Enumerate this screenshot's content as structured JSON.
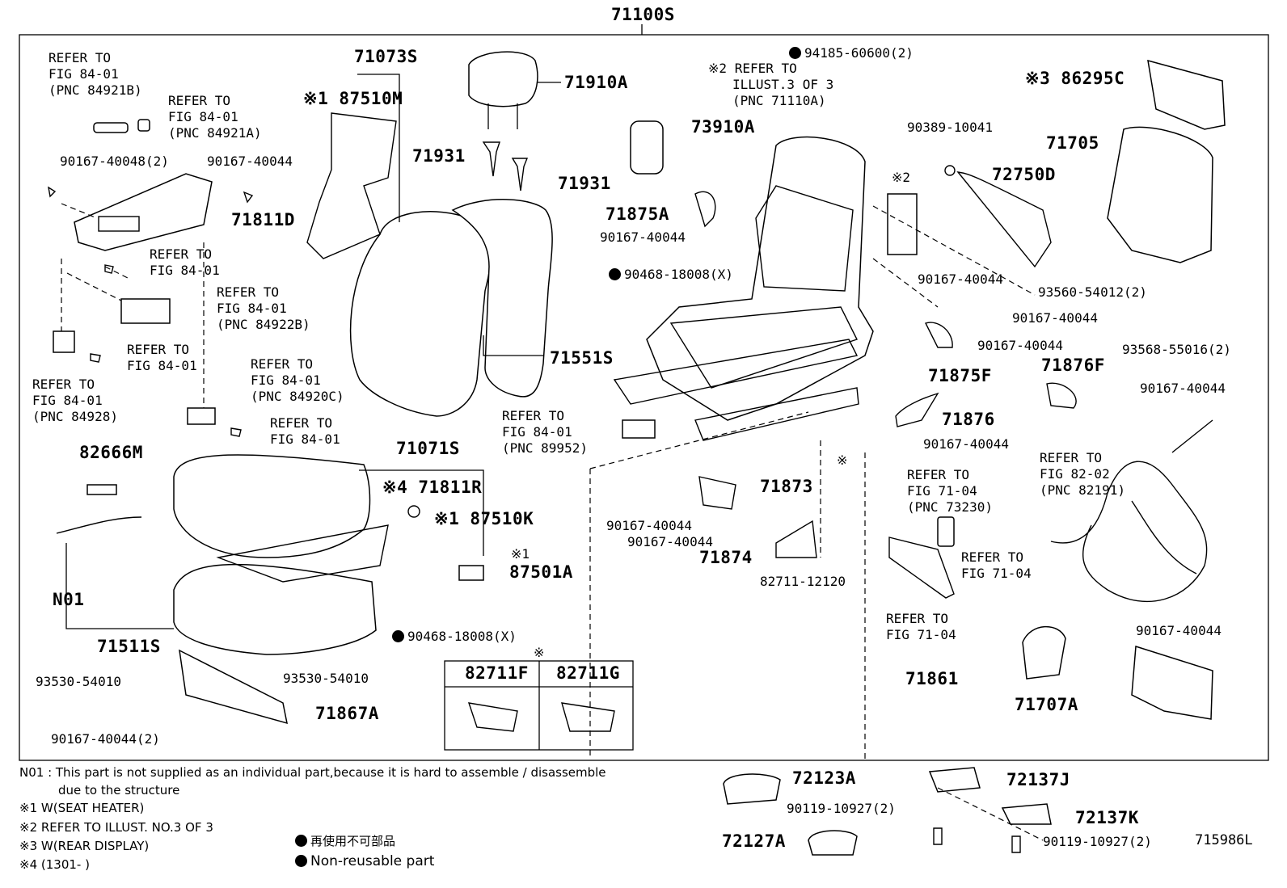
{
  "header_part": "71100S",
  "diagram_code": "715986L",
  "refer_to": "REFER TO",
  "refs": {
    "r1": {
      "fig": "FIG 84-01",
      "pnc": "(PNC 84921B)"
    },
    "r2": {
      "fig": "FIG 84-01",
      "pnc": "(PNC 84921A)"
    },
    "r3": {
      "fig": "FIG 84-01"
    },
    "r4": {
      "fig": "FIG 84-01",
      "pnc": "(PNC 84922B)"
    },
    "r5": {
      "fig": "FIG 84-01"
    },
    "r6": {
      "fig": "FIG 84-01",
      "pnc": "(PNC 84928)"
    },
    "r7": {
      "fig": "FIG 84-01",
      "pnc": "(PNC 84920C)"
    },
    "r8": {
      "fig": "FIG 84-01"
    },
    "r9": {
      "fig": "FIG 84-01",
      "pnc": "(PNC 89952)"
    },
    "r10": {
      "fig": "ILLUST.3 OF 3",
      "pnc": "(PNC 71110A)",
      "mark": "※2"
    },
    "r11": {
      "fig": "FIG 71-04",
      "pnc": "(PNC 73230)"
    },
    "r12": {
      "fig": "FIG 82-02",
      "pnc": "(PNC 82191)"
    },
    "r13": {
      "fig": "FIG 71-04"
    },
    "r14": {
      "fig": "FIG 71-04"
    }
  },
  "parts": {
    "p71073S": "71073S",
    "p87510M": "※1 87510M",
    "p71910A": "71910A",
    "p71931a": "71931",
    "p71931b": "71931",
    "p94185": "94185-60600(2)",
    "p86295C": "※3 86295C",
    "p73910A": "73910A",
    "p90389": "90389-10041",
    "p71705": "71705",
    "p90167_48": "90167-40048(2)",
    "p90167_a": "90167-40044",
    "p71811D": "71811D",
    "pX2": "※2",
    "p72750D": "72750D",
    "p71875A": "71875A",
    "p90167_b": "90167-40044",
    "p93560": "93560-54012(2)",
    "p90468a": "90468-18008(X)",
    "p90167_c": "90167-40044",
    "p90167_d": "90167-40044",
    "p93568": "93568-55016(2)",
    "p71551S": "71551S",
    "p90167_e": "90167-40044",
    "p71876F": "71876F",
    "p71875F": "71875F",
    "p90167_f": "90167-40044",
    "p71876": "71876",
    "p90167_g": "90167-40044",
    "p82666M": "82666M",
    "p71071S": "71071S",
    "pXmark": "※",
    "p71811R": "※4 71811R",
    "p87510K": "※1 87510K",
    "p71873": "71873",
    "p90167_h": "90167-40044",
    "p90167_i": "90167-40044",
    "p71874": "71874",
    "pX1": "※1",
    "p87501A": "87501A",
    "pN01": "N01",
    "p82711_12120": "82711-12120",
    "p71511S": "71511S",
    "p90468b": "90468-18008(X)",
    "p90167_j": "90167-40044",
    "p93530a": "93530-54010",
    "p93530b": "93530-54010",
    "p71861": "71861",
    "p71867A": "71867A",
    "p71707A": "71707A",
    "p90167_k": "90167-40044(2)",
    "p72123A": "72123A",
    "p72137J": "72137J",
    "p90119a": "90119-10927(2)",
    "p72137K": "72137K",
    "p72127A": "72127A",
    "p90119b": "90119-10927(2)"
  },
  "inset": {
    "mark": "※",
    "left": "82711F",
    "right": "82711G"
  },
  "notes": {
    "n01a": "N01 : This part is not supplied as an individual part,because it is hard to assemble / disassemble",
    "n01b": "due to the structure",
    "x1": "※1   W(SEAT  HEATER)",
    "x2": "※2   REFER TO ILLUST. NO.3 OF 3",
    "x3": "※3   W(REAR DISPLAY)",
    "x4": "※4  (1301-      )"
  },
  "legend": {
    "jp": "再使用不可部品",
    "en": "Non-reusable part"
  }
}
